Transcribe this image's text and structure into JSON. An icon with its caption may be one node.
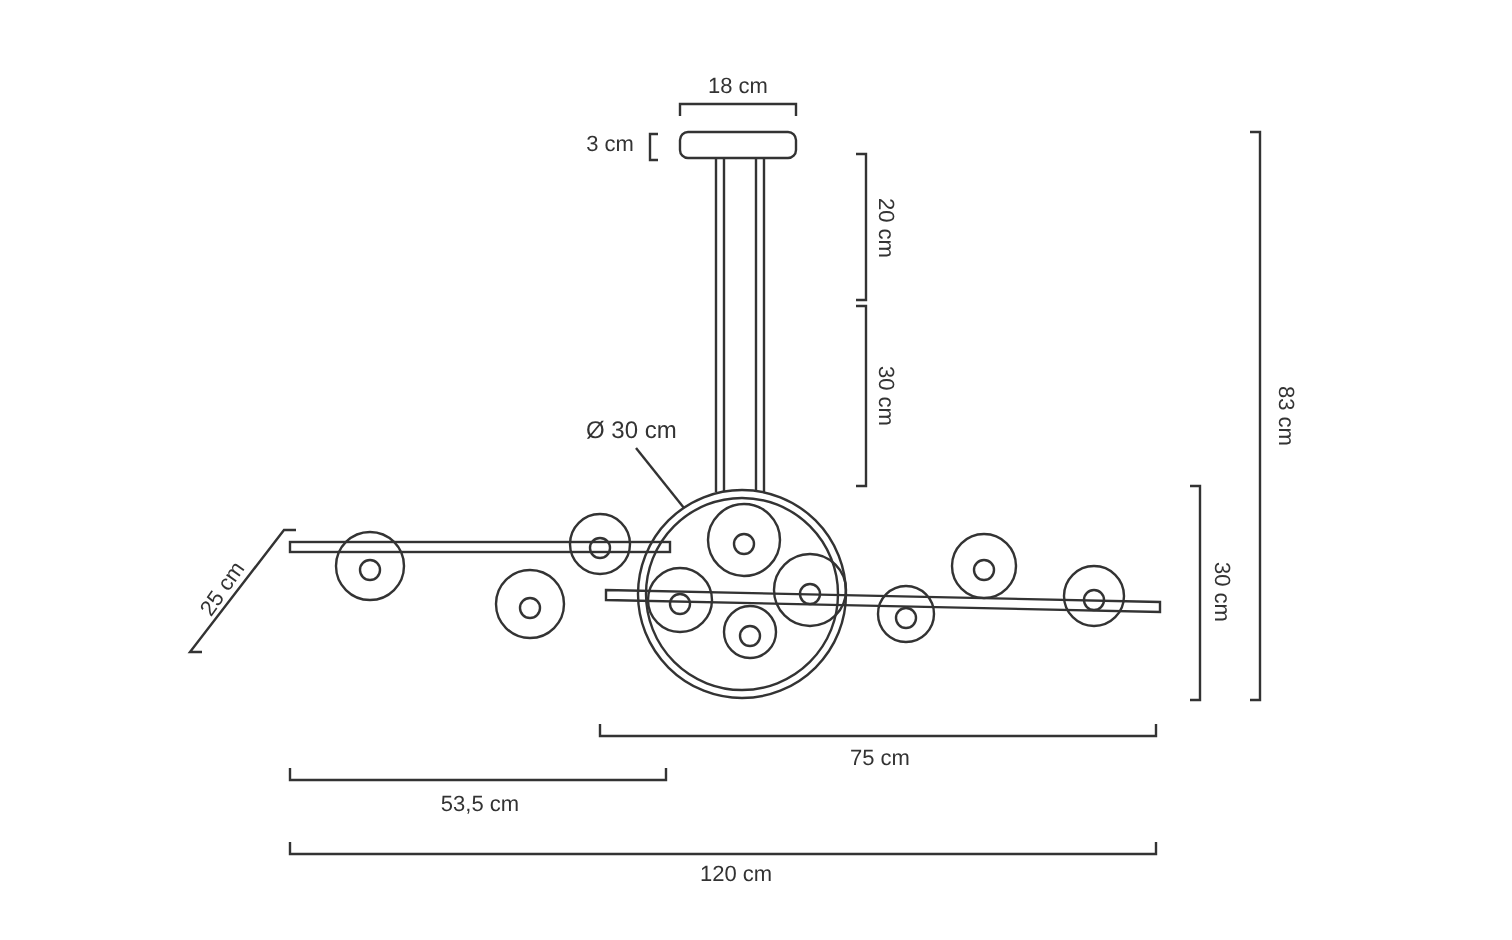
{
  "diagram": {
    "nodes": [
      {
        "text": [
          "Ø 30 cm"
        ]
      },
      {
        "text": [],
        "shape": "circle"
      }
    ],
    "edges": [
      {
        "from": 0,
        "to": 1,
        "arrow": "none"
      }
    ],
    "labels": [
      "18 cm",
      "3 cm",
      "20 cm",
      "83 cm",
      "30 cm",
      "25 cm",
      "30 cm",
      "75 cm",
      "53,5 cm",
      "120 cm"
    ]
  }
}
